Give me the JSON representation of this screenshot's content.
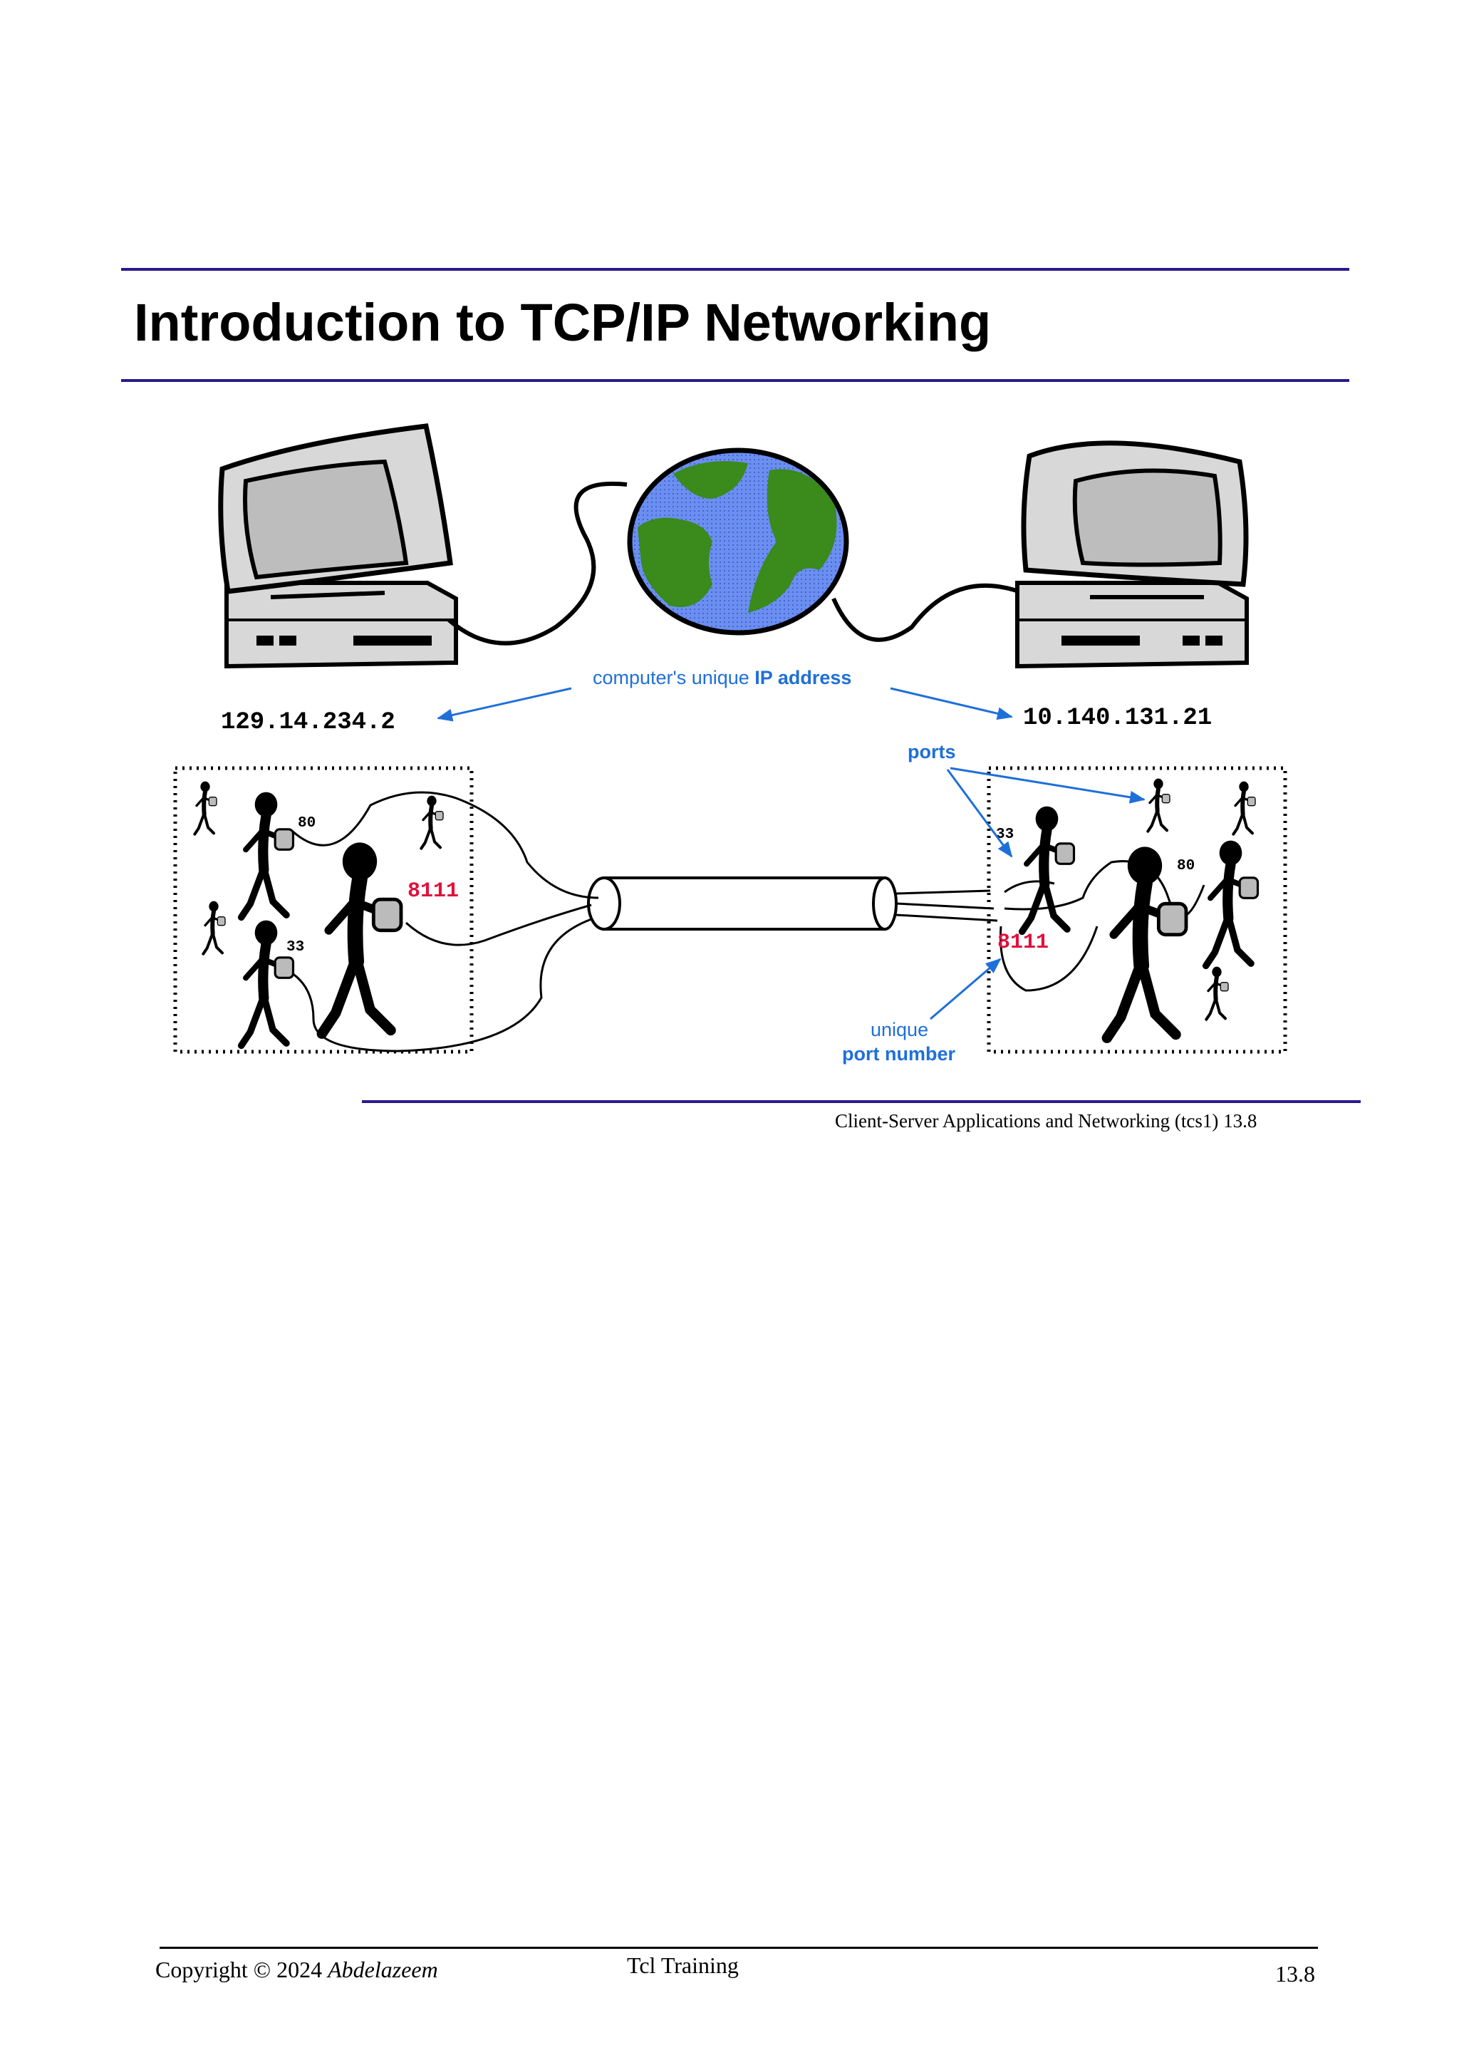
{
  "title": "Introduction to TCP/IP Networking",
  "diagram": {
    "ip_caption_prefix": "computer's unique ",
    "ip_caption_bold": "IP address",
    "left_ip": "129.14.234.2",
    "right_ip": "10.140.131.21",
    "ports_label": "ports",
    "unique_label": "unique",
    "port_number_label": "port number",
    "left_ports": [
      "80",
      "8111",
      "33"
    ],
    "right_ports": [
      "33",
      "80",
      "8111"
    ]
  },
  "slide_caption": "Client-Server Applications and Networking (tcs1)  13.8",
  "footer": {
    "copyright_prefix": "Copyright © 2024 ",
    "author": "Abdelazeem",
    "center": "Tcl Training",
    "page": "13.8"
  },
  "colors": {
    "rule": "#2a1a8c",
    "label_blue": "#1f6fd9",
    "port_red": "#e0103c",
    "ocean": "#6b8ff0",
    "land": "#3a8a1c"
  }
}
